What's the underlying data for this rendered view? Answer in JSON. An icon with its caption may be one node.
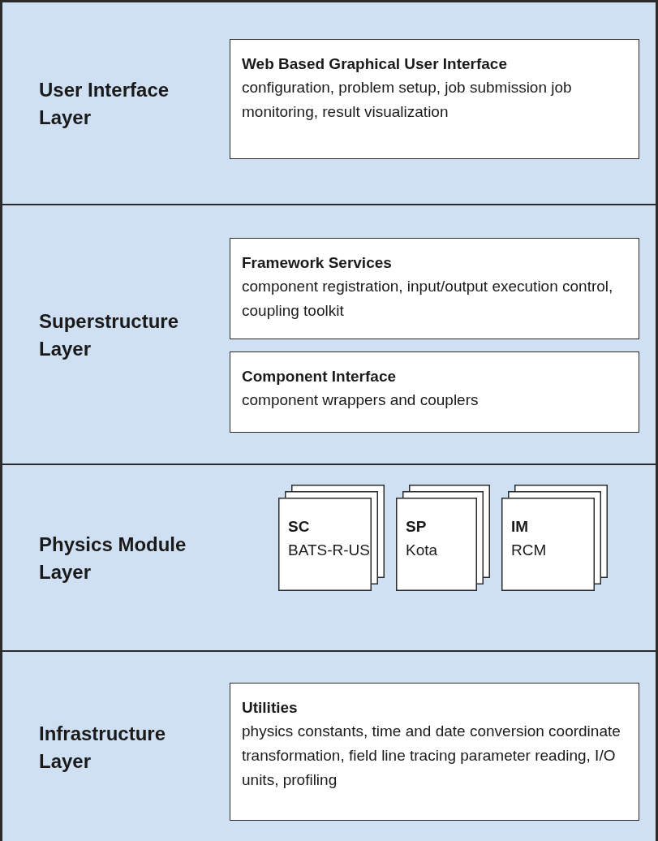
{
  "diagram": {
    "nodes": [
      {
        "text": [
          "User Interface Layer"
        ]
      },
      {
        "text": [
          "Web Based Graphical User Interface",
          "configuration, problem setup, job submission job monitoring, result visualization"
        ],
        "in": 0
      },
      {
        "text": [
          "Superstructure Layer"
        ]
      },
      {
        "text": [
          "Framework Services",
          "component registration, input/output execution control, coupling toolkit"
        ],
        "in": 2
      },
      {
        "text": [
          "Component Interface",
          "component wrappers and couplers"
        ],
        "in": 2
      },
      {
        "text": [
          "Physics Module Layer"
        ]
      },
      {
        "text": [
          "SC",
          "BATS-R-US"
        ],
        "in": 5
      },
      {
        "text": [
          "SP",
          "Kota"
        ],
        "in": 5
      },
      {
        "text": [
          "IM",
          "RCM"
        ],
        "in": 5
      },
      {
        "text": [
          "Infrastructure Layer"
        ]
      },
      {
        "text": [
          "Utilities",
          "physics constants, time and date conversion coordinate transformation, field line tracing parameter reading, I/O units, profiling"
        ],
        "in": 9
      }
    ]
  }
}
